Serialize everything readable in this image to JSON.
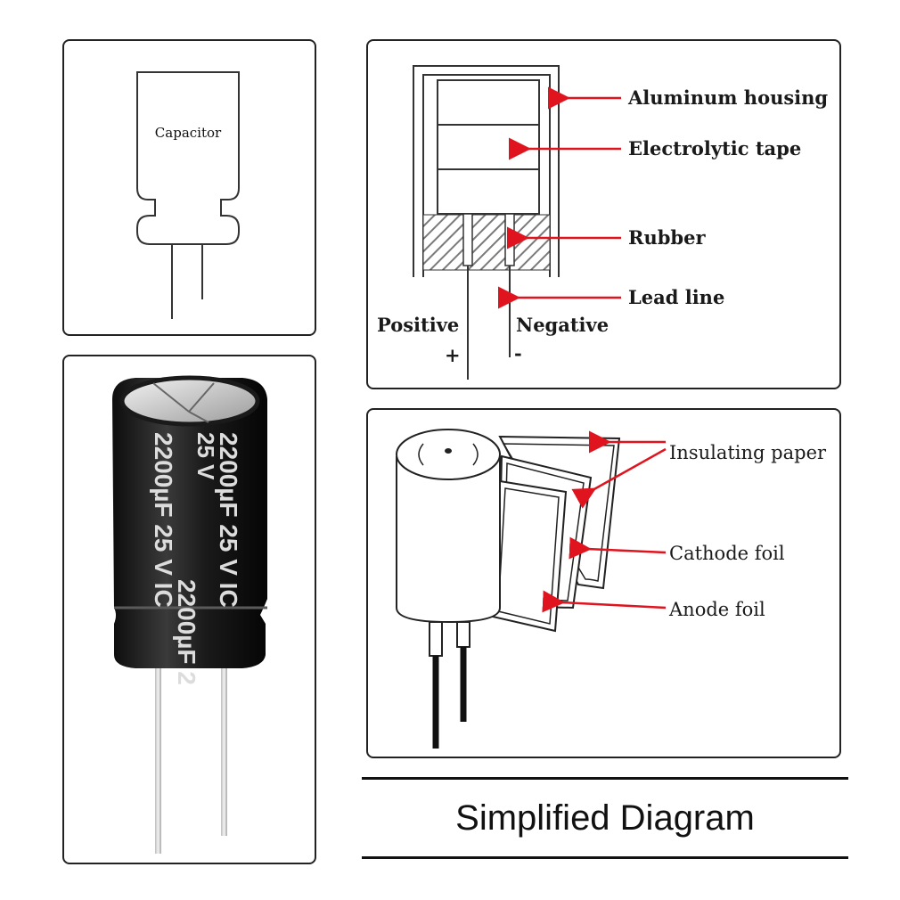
{
  "symbol_panel": {
    "label": "Capacitor"
  },
  "photo_panel": {
    "print_lines": [
      "2200µF 25 V IC",
      "2200µF 25 V IC"
    ],
    "print_line_3": "2200µF 2"
  },
  "cross_section": {
    "labels": {
      "aluminum_housing": "Aluminum housing",
      "electrolytic_tape": "Electrolytic tape",
      "rubber": "Rubber",
      "lead_line": "Lead line",
      "positive": "Positive",
      "negative": "Negative",
      "plus": "+",
      "minus": "-"
    },
    "arrow_color": "#e0141e"
  },
  "winding": {
    "labels": {
      "insulating_paper": "Insulating paper",
      "cathode_foil": "Cathode foil",
      "anode_foil": "Anode foil"
    }
  },
  "caption": "Simplified Diagram"
}
